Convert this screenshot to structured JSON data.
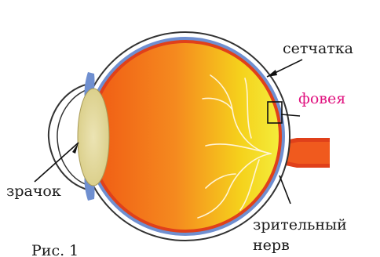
{
  "labels": {
    "retina": "сетчатка",
    "fovea": "фовея",
    "pupil": "зрачок",
    "optic_nerve_line1": "зрительный",
    "optic_nerve_line2": "нерв",
    "caption": "Рис. 1"
  },
  "colors": {
    "fovea_label": "#e0127f",
    "eye_orange": "#f07a1a",
    "eye_yellow": "#f4e21c",
    "choroid_red": "#e0401a",
    "retina_blue": "#6f8fd0",
    "lens": "#e2d79a"
  }
}
